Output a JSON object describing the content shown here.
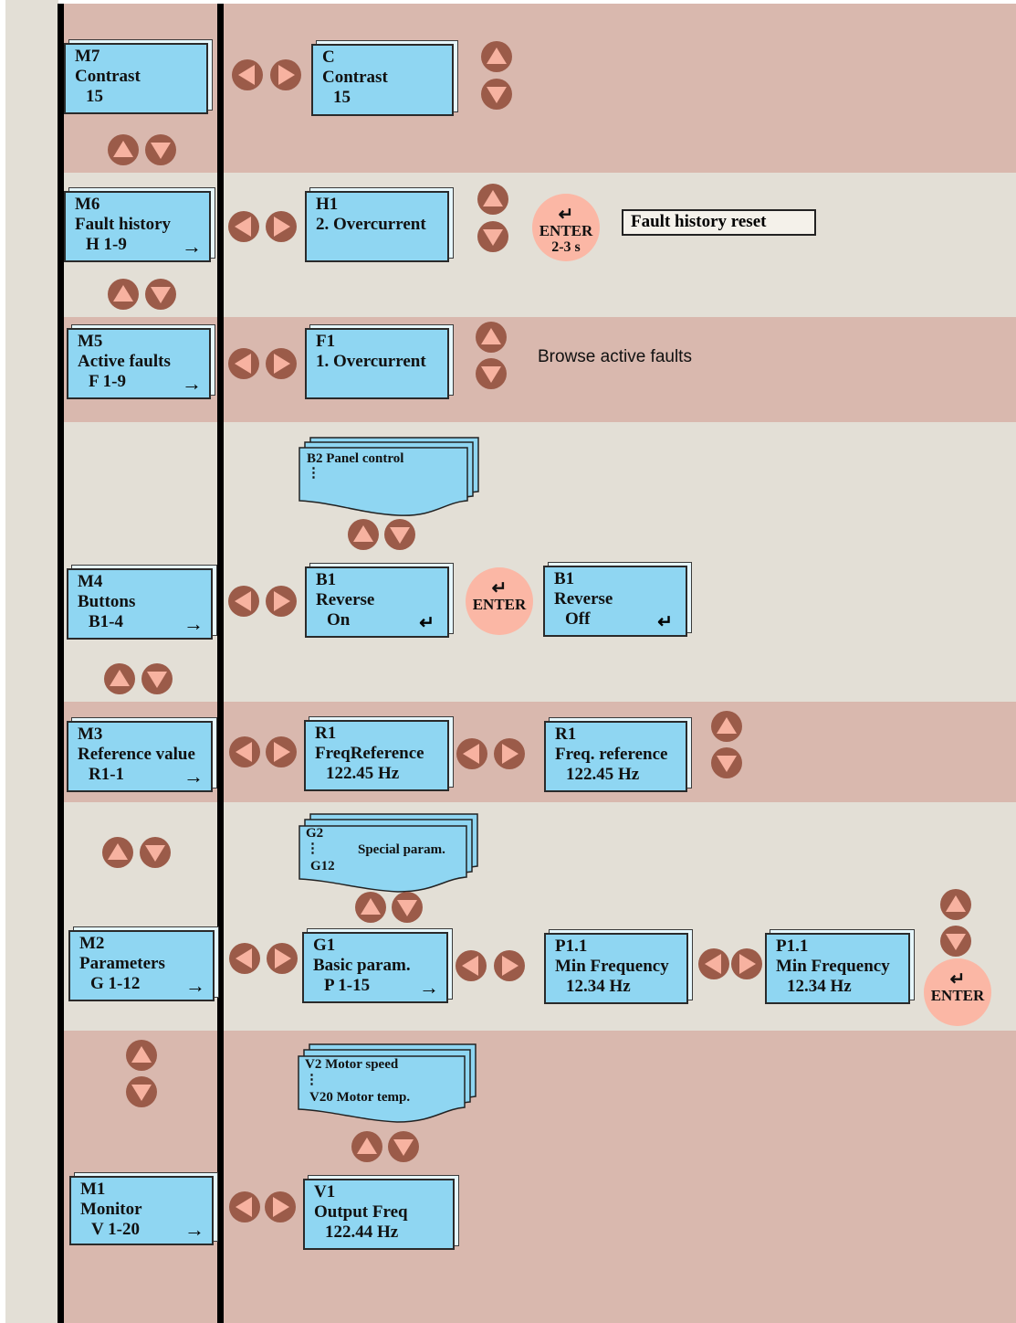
{
  "menus": {
    "m7": {
      "code": "M7",
      "name": "Contrast",
      "value": "15"
    },
    "m6": {
      "code": "M6",
      "name": "Fault history",
      "value": "H 1-9",
      "arrow": "→"
    },
    "m5": {
      "code": "M5",
      "name": "Active faults",
      "value": "F 1-9",
      "arrow": "→"
    },
    "m4": {
      "code": "M4",
      "name": "Buttons",
      "value": "B1-4",
      "arrow": "→"
    },
    "m3": {
      "code": "M3",
      "name": "Reference value",
      "value": "R1-1",
      "arrow": "→"
    },
    "m2": {
      "code": "M2",
      "name": "Parameters",
      "value": "G 1-12",
      "arrow": "→"
    },
    "m1": {
      "code": "M1",
      "name": "Monitor",
      "value": "V 1-20",
      "arrow": "→"
    }
  },
  "contrast_screen": {
    "code": "C",
    "name": "Contrast",
    "value": "15"
  },
  "history_screen": {
    "code": "H1",
    "name": "2. Overcurrent"
  },
  "history_enter": {
    "glyph": "↵",
    "word": "ENTER",
    "time": "2-3 s"
  },
  "history_reset_label": "Fault history reset",
  "faults_screen": {
    "code": "F1",
    "name": "1. Overcurrent"
  },
  "faults_note": "Browse active faults",
  "buttons_stack": {
    "line1": "B2 Panel control",
    "dots": "⋮"
  },
  "b1_on": {
    "code": "B1",
    "name": "Reverse",
    "value": "On",
    "glyph": "↵"
  },
  "b1_enter": {
    "glyph": "↵",
    "word": "ENTER"
  },
  "b1_off": {
    "code": "B1",
    "name": "Reverse",
    "value": "Off",
    "glyph": "↵"
  },
  "r1_a": {
    "code": "R1",
    "name": "FreqReference",
    "value": "122.45 Hz"
  },
  "r1_b": {
    "code": "R1",
    "name": "Freq. reference",
    "value": "122.45 Hz"
  },
  "param_stack": {
    "g2": "G2",
    "dots": "⋮",
    "g12": "G12",
    "label": "Special param."
  },
  "g1": {
    "code": "G1",
    "name": "Basic param.",
    "value": "P 1-15",
    "arrow": "→"
  },
  "p11_a": {
    "code": "P1.1",
    "name": "Min Frequency",
    "value": "12.34 Hz"
  },
  "p11_b": {
    "code": "P1.1",
    "name": "Min Frequency",
    "value": "12.34 Hz"
  },
  "param_enter": {
    "glyph": "↵",
    "word": "ENTER"
  },
  "monitor_stack": {
    "line1": "V2 Motor speed",
    "dots": "⋮",
    "line2": "V20 Motor temp."
  },
  "v1": {
    "code": "V1",
    "name": "Output Freq",
    "value": "122.44 Hz"
  },
  "colors": {
    "rose_band": "#d9b8ae",
    "grey_band": "#e3dfd6",
    "screen": "#8fd6f2",
    "button": "#9b5b49",
    "button_arrow": "#f7b2a0",
    "enter": "#fbb7a5"
  }
}
